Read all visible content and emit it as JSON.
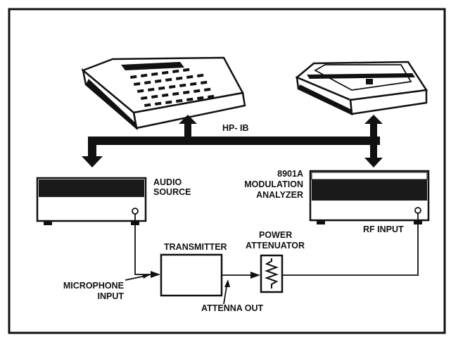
{
  "labels": {
    "hpib": "HP- IB",
    "audio_source_line1": "AUDIO",
    "audio_source_line2": "SOURCE",
    "analyzer_line1": "8901A",
    "analyzer_line2": "MODULATION",
    "analyzer_line3": "ANALYZER",
    "rf_input": "RF INPUT",
    "transmitter": "TRANSMITTER",
    "power_line1": "POWER",
    "power_line2": "ATTENUATOR",
    "microphone_line1": "MICROPHONE",
    "microphone_line2": "INPUT",
    "attenna_out": "ATTENNA OUT"
  },
  "colors": {
    "ink": "#111111",
    "paper": "#ffffff",
    "panel_dark": "#1a1a1a"
  },
  "icons": {
    "controller": "desktop-calculator-icon",
    "plotter": "flatbed-plotter-icon",
    "attenuator": "resistor-icon"
  }
}
